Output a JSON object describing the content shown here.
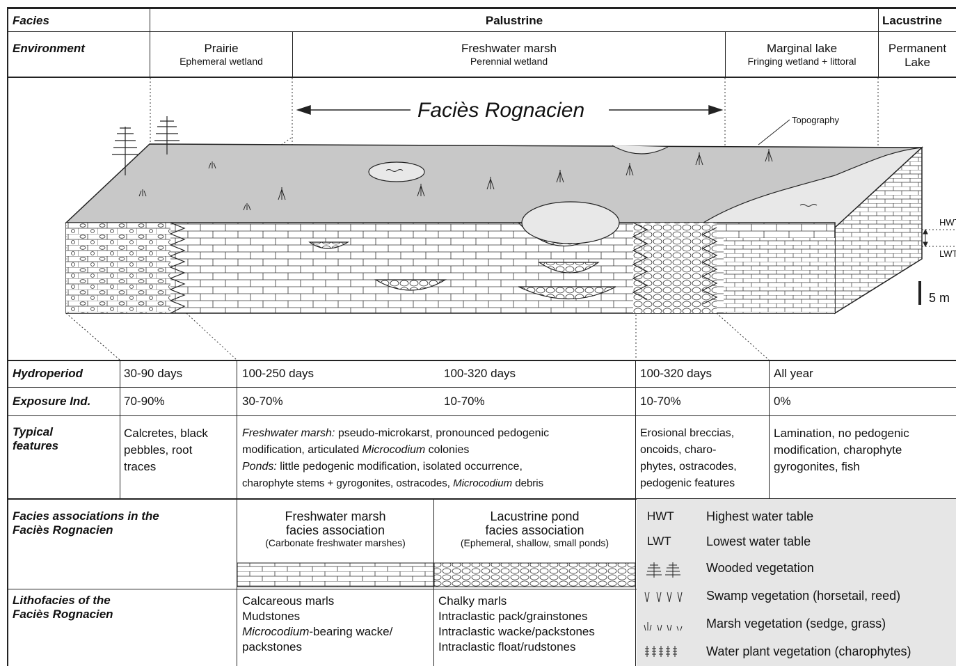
{
  "header": {
    "facies_label": "Facies",
    "palustrine": "Palustrine",
    "lacustrine": "Lacustrine",
    "environment_label": "Environment",
    "prairie": "Prairie",
    "prairie_sub": "Ephemeral wetland",
    "marsh": "Freshwater marsh",
    "marsh_sub": "Perennial wetland",
    "marginal": "Marginal lake",
    "marginal_sub": "Fringing wetland + littoral",
    "permanent": "Permanent",
    "permanent_sub": "Lake"
  },
  "diagram": {
    "title": "Faciès Rognacien",
    "topography": "Topography",
    "hwt": "HWT",
    "lwt": "LWT",
    "scale": "5 m"
  },
  "rows": {
    "hydroperiod": {
      "label": "Hydroperiod",
      "v1": "30-90 days",
      "v2": "100-250 days",
      "v3": "100-320 days",
      "v4": "100-320 days",
      "v5": "All year"
    },
    "exposure": {
      "label": "Exposure Ind.",
      "v1": "70-90%",
      "v2": "30-70%",
      "v3": "10-70%",
      "v4": "10-70%",
      "v5": "0%"
    },
    "features": {
      "label1": "Typical",
      "label2": "features",
      "prairie_l1": "Calcretes, black",
      "prairie_l2": "pebbles, root",
      "prairie_l3": "traces",
      "marsh_t1": "Freshwater marsh:",
      "marsh_t2": " pseudo-microkarst, pronounced pedogenic",
      "marsh_t3": "modification, articulated ",
      "marsh_t4": "Microcodium",
      "marsh_t5": " colonies",
      "marsh_t6": "Ponds:",
      "marsh_t7": " little pedogenic modification, isolated occurrence,",
      "marsh_t8": "charophyte stems + gyrogonites, ostracodes, ",
      "marsh_t9": "Microcodium",
      "marsh_t10": " debris",
      "marginal_l1": "Erosional breccias,",
      "marginal_l2": "oncoids, charo-",
      "marginal_l3": "phytes, ostracodes,",
      "marginal_l4": "pedogenic features",
      "lake_l1": "Lamination,  no pedogenic",
      "lake_l2": "modification, charophyte",
      "lake_l3": "gyrogonites, fish"
    },
    "associations": {
      "label1": "Facies associations in the",
      "label2": "Faciès Rognacien",
      "marsh_a": "Freshwater marsh",
      "marsh_b": "facies association",
      "marsh_c": "(Carbonate freshwater marshes)",
      "pond_a": "Lacustrine pond",
      "pond_b": "facies association",
      "pond_c": "(Ephemeral, shallow, small ponds)"
    },
    "lithofacies": {
      "label1": "Lithofacies of the",
      "label2": "Faciès Rognacien",
      "marsh_l1": "Calcareous marls",
      "marsh_l2": "Mudstones",
      "marsh_l3a": "Microcodium",
      "marsh_l3b": "-bearing wacke/",
      "marsh_l4": "packstones",
      "pond_l1": "Chalky marls",
      "pond_l2": "Intraclastic pack/grainstones",
      "pond_l3": "Intraclastic wacke/packstones",
      "pond_l4": "Intraclastic float/rudstones"
    }
  },
  "legend": {
    "hwt_key": "HWT",
    "hwt_val": "Highest water table",
    "lwt_key": "LWT",
    "lwt_val": "Lowest water table",
    "wooded": "Wooded vegetation",
    "swamp": "Swamp vegetation (horsetail, reed)",
    "marsh": "Marsh vegetation (sedge, grass)",
    "water": "Water plant vegetation (charophytes)"
  }
}
